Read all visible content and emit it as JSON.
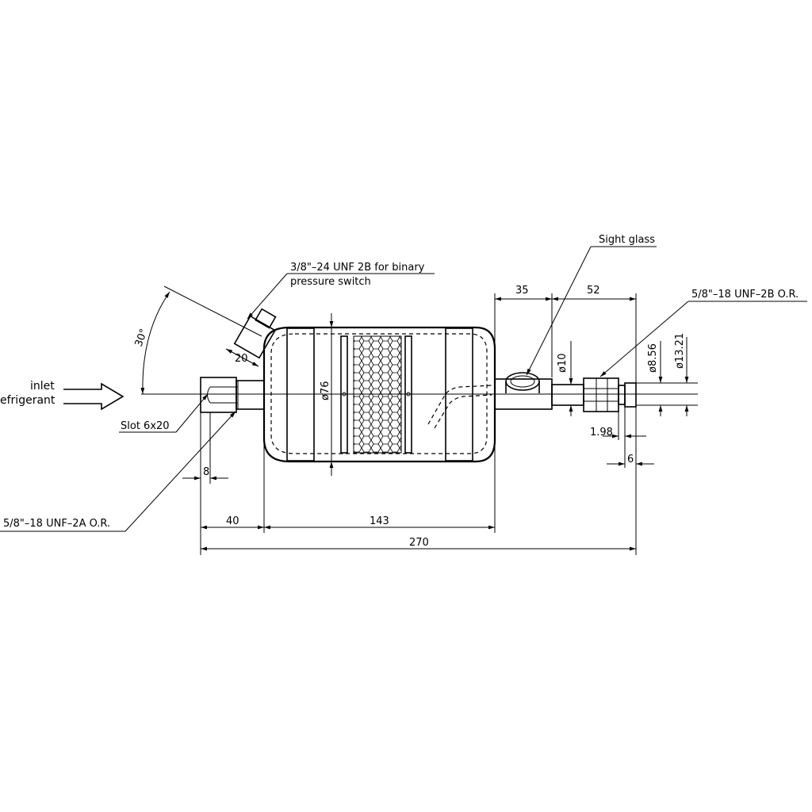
{
  "labels": {
    "inlet": "inlet",
    "refrigerant": "efrigerant",
    "slot": "Slot 6x20",
    "binary_switch_line1": "3/8\"–24 UNF 2B for binary",
    "binary_switch_line2": "pressure switch",
    "sight_glass": "Sight glass",
    "outlet_thread": "5/8\"–18 UNF–2B O.R.",
    "inlet_thread": "5/8\"–18 UNF–2A O.R.",
    "angle": "30°"
  },
  "dimensions": {
    "d20": "20",
    "d8": "8",
    "d40": "40",
    "d143": "143",
    "d270": "270",
    "d35": "35",
    "d52": "52",
    "dia76": "ø76",
    "dia10": "ø10",
    "dia856": "ø8.56",
    "dia1321": "ø13.21",
    "d198": "1.98",
    "d6": "6"
  }
}
